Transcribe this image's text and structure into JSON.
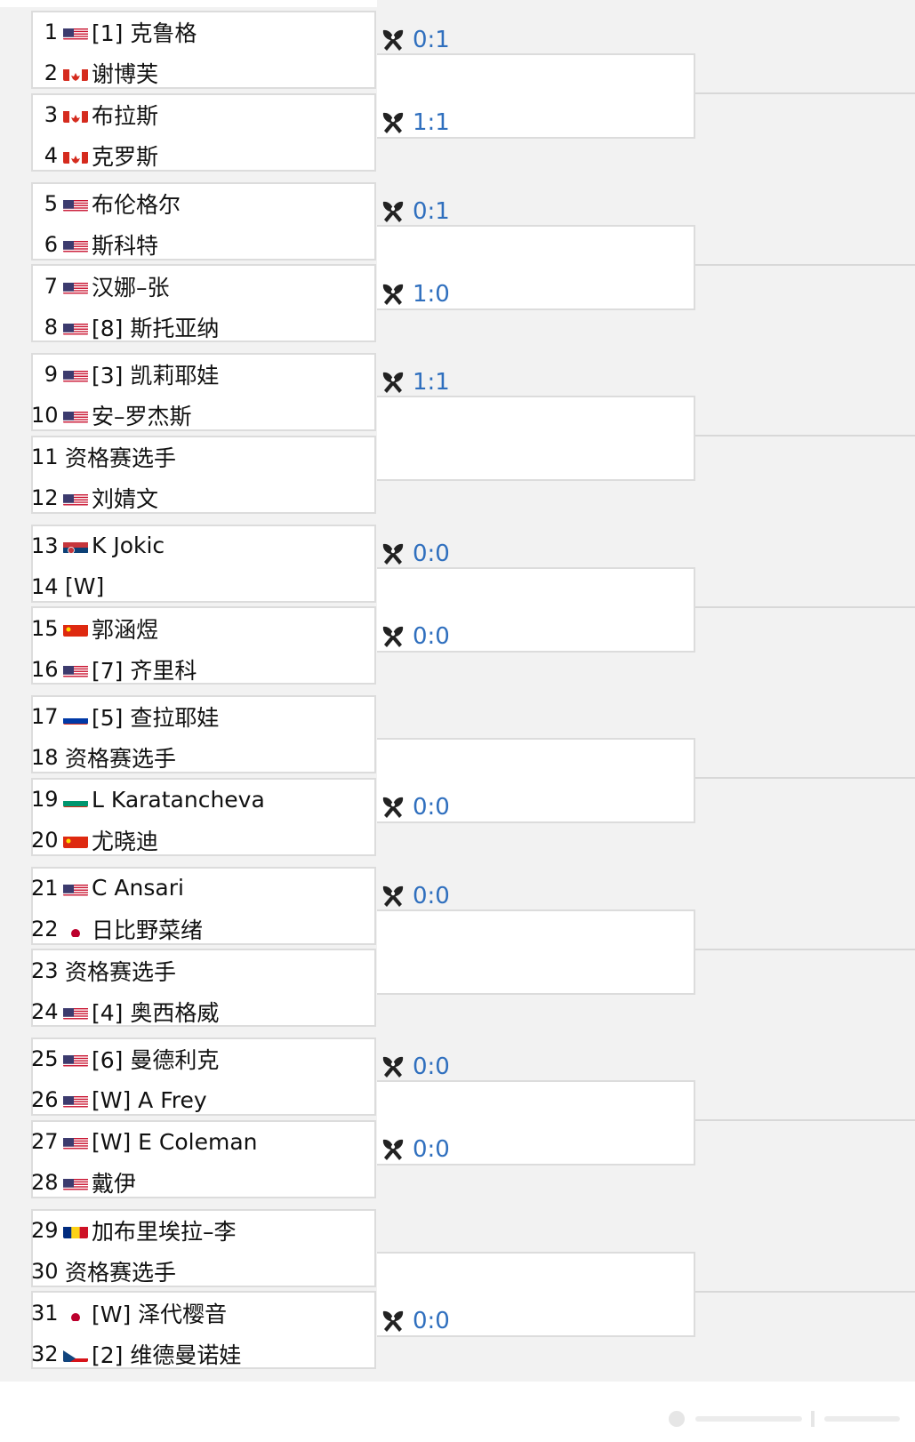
{
  "flags": {
    "us": "united-states-flag",
    "ca": "canada-flag",
    "rs": "serbia-flag",
    "cn": "china-flag",
    "ru": "russia-flag",
    "bg": "bulgaria-flag",
    "jp": "japan-flag",
    "ro": "romania-flag",
    "cz": "czech-republic-flag"
  },
  "colors": {
    "score": "#2f6fbe",
    "box_border": "#dcdcdc",
    "section_bg": "#f2f2f2"
  },
  "players": [
    {
      "num": "1",
      "flag": "us",
      "name": "[1] 克鲁格"
    },
    {
      "num": "2",
      "flag": "ca",
      "name": "谢博芙"
    },
    {
      "num": "3",
      "flag": "ca",
      "name": "布拉斯"
    },
    {
      "num": "4",
      "flag": "ca",
      "name": "克罗斯"
    },
    {
      "num": "5",
      "flag": "us",
      "name": "布伦格尔"
    },
    {
      "num": "6",
      "flag": "us",
      "name": "斯科特"
    },
    {
      "num": "7",
      "flag": "us",
      "name": "汉娜–张"
    },
    {
      "num": "8",
      "flag": "us",
      "name": "[8] 斯托亚纳"
    },
    {
      "num": "9",
      "flag": "us",
      "name": "[3] 凯莉耶娃"
    },
    {
      "num": "10",
      "flag": "us",
      "name": "安–罗杰斯"
    },
    {
      "num": "11",
      "flag": "",
      "name": "资格赛选手"
    },
    {
      "num": "12",
      "flag": "us",
      "name": "刘婧文"
    },
    {
      "num": "13",
      "flag": "rs",
      "name": "K Jokic"
    },
    {
      "num": "14",
      "flag": "",
      "name": "[W]"
    },
    {
      "num": "15",
      "flag": "cn",
      "name": "郭涵煜"
    },
    {
      "num": "16",
      "flag": "us",
      "name": "[7] 齐里科"
    },
    {
      "num": "17",
      "flag": "ru",
      "name": "[5] 查拉耶娃"
    },
    {
      "num": "18",
      "flag": "",
      "name": "资格赛选手"
    },
    {
      "num": "19",
      "flag": "bg",
      "name": "L Karatancheva"
    },
    {
      "num": "20",
      "flag": "cn",
      "name": "尤晓迪"
    },
    {
      "num": "21",
      "flag": "us",
      "name": "C Ansari"
    },
    {
      "num": "22",
      "flag": "jp",
      "name": "日比野菜绪"
    },
    {
      "num": "23",
      "flag": "",
      "name": "资格赛选手"
    },
    {
      "num": "24",
      "flag": "us",
      "name": "[4] 奥西格威"
    },
    {
      "num": "25",
      "flag": "us",
      "name": "[6] 曼德利克"
    },
    {
      "num": "26",
      "flag": "us",
      "name": "[W] A Frey"
    },
    {
      "num": "27",
      "flag": "us",
      "name": "[W] E Coleman"
    },
    {
      "num": "28",
      "flag": "us",
      "name": "戴伊"
    },
    {
      "num": "29",
      "flag": "ro",
      "name": "加布里埃拉–李"
    },
    {
      "num": "30",
      "flag": "",
      "name": "资格赛选手"
    },
    {
      "num": "31",
      "flag": "jp",
      "name": "[W] 泽代樱音"
    },
    {
      "num": "32",
      "flag": "cz",
      "name": "[2] 维德曼诺娃"
    }
  ],
  "scores": [
    "0:1",
    "1:1",
    "0:1",
    "1:0",
    "1:1",
    "",
    "0:0",
    "0:0",
    "",
    "0:0",
    "0:0",
    "",
    "0:0",
    "0:0",
    "",
    "0:0"
  ],
  "icons": {
    "vs": "crossed-rackets-icon",
    "watermark": "weibo-watermark"
  }
}
